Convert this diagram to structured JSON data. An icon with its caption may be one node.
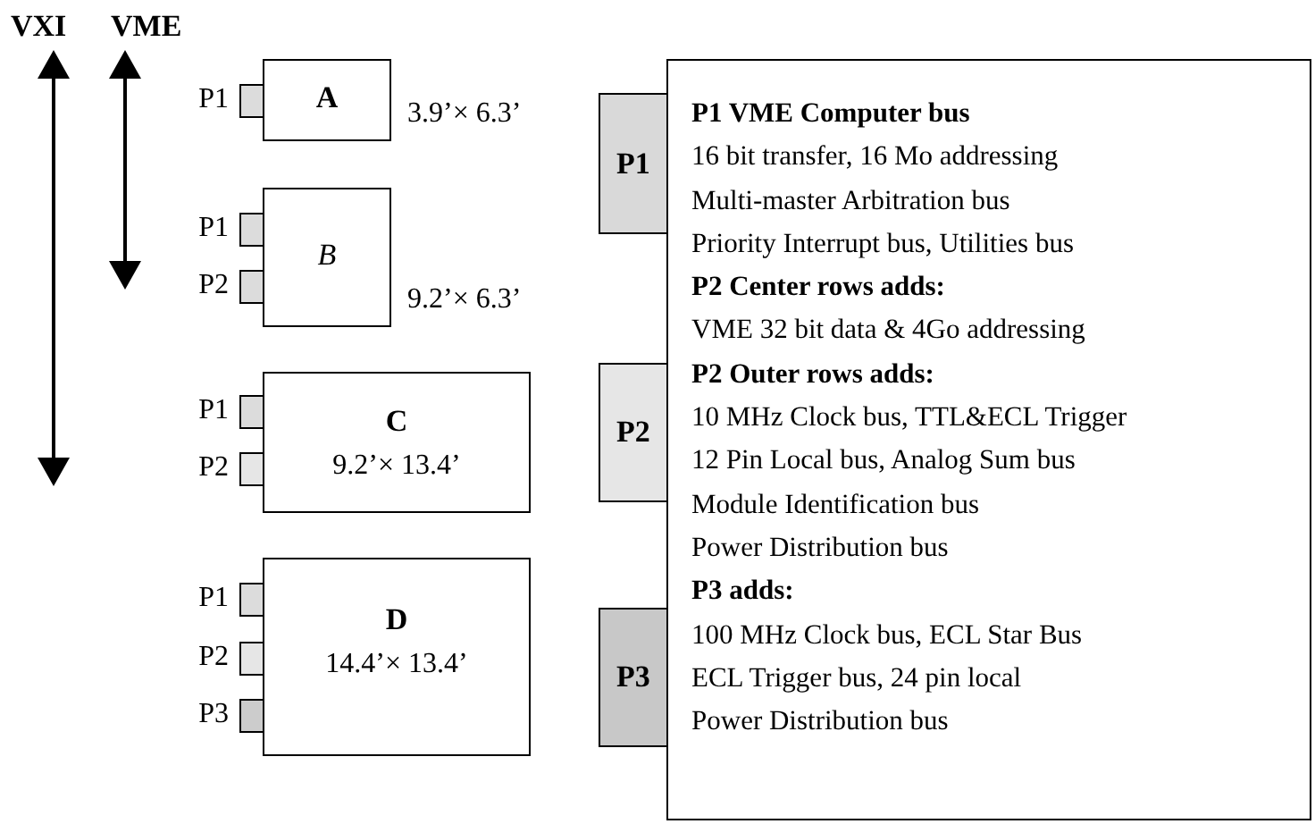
{
  "diagram": {
    "nodes": [
      {
        "text": [
          "A"
        ],
        "beside": [
          "3.9’× 6.3’"
        ]
      },
      {
        "text": [
          "B"
        ],
        "beside": [
          "9.2’× 6.3’"
        ]
      },
      {
        "text": [
          "C",
          "9.2’× 13.4’"
        ]
      },
      {
        "text": [
          "D",
          "14.4’× 13.4’"
        ]
      },
      {
        "text": [
          "P1"
        ]
      },
      {
        "text": [
          "P1"
        ]
      },
      {
        "text": [
          "P2"
        ]
      },
      {
        "text": [
          "P1"
        ]
      },
      {
        "text": [
          "P2"
        ]
      },
      {
        "text": [
          "P1"
        ]
      },
      {
        "text": [
          "P2"
        ]
      },
      {
        "text": [
          "P3"
        ]
      },
      {
        "text": [
          "P1 VME Computer bus",
          "16 bit transfer, 16 Mo addressing",
          "Multi-master Arbitration bus",
          "Priority Interrupt bus, Utilities bus",
          "P2 Center rows adds:",
          "VME 32 bit data & 4Go addressing",
          "P2 Outer rows adds:",
          "10 MHz Clock bus, TTL&ECL Trigger",
          "12 Pin Local bus, Analog Sum bus",
          "Module Identification bus",
          "Power Distribution bus",
          "P3 adds:",
          "100 MHz Clock bus, ECL Star Bus",
          "ECL Trigger bus, 24 pin local",
          "Power Distribution bus"
        ]
      },
      {
        "text": [
          "P1"
        ]
      },
      {
        "text": [
          "P2"
        ]
      },
      {
        "text": [
          "P3"
        ]
      }
    ],
    "labels": [
      "VXI",
      "VME"
    ]
  }
}
